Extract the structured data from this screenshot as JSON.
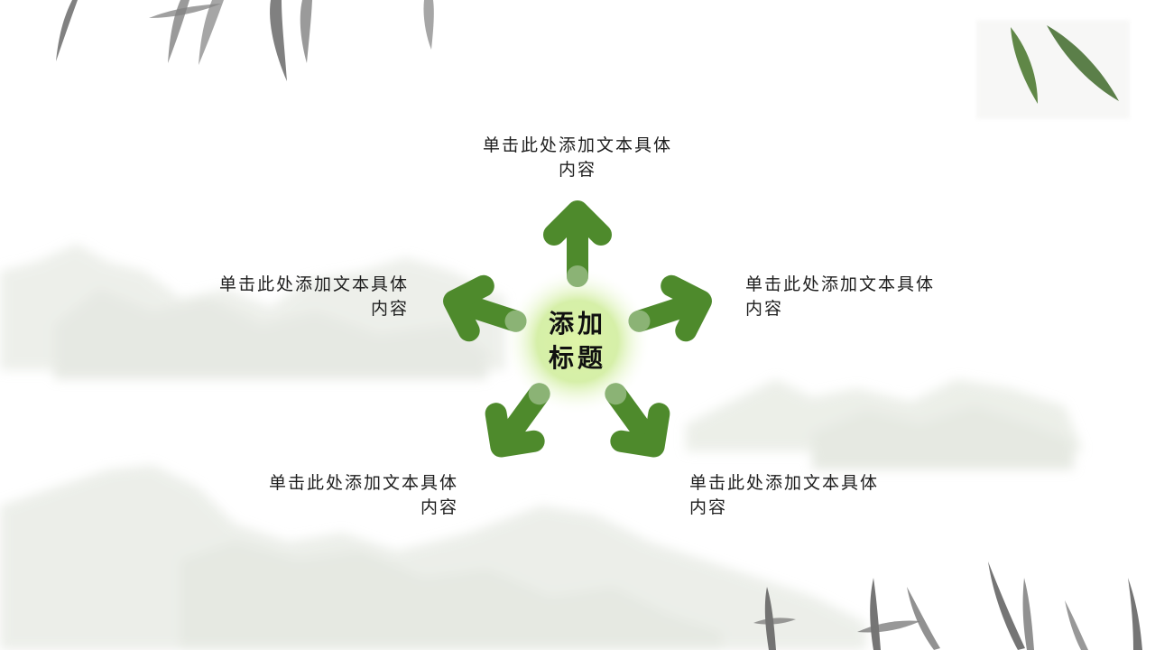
{
  "diagram": {
    "center_title": "添加\n标题",
    "accent_color": "#4e8a2c",
    "glow_color": "#b6e27a",
    "items": [
      {
        "id": "top",
        "text": "单击此处添加文本具体\n内容"
      },
      {
        "id": "right",
        "text": "单击此处添加文本具体\n内容"
      },
      {
        "id": "bottom-right",
        "text": "单击此处添加文本具体\n内容"
      },
      {
        "id": "bottom-left",
        "text": "单击此处添加文本具体\n内容"
      },
      {
        "id": "left",
        "text": "单击此处添加文本具体\n内容"
      }
    ]
  },
  "decorations": {
    "background": "ink-wash-mountains",
    "corner_art": [
      "bamboo-leaves-top-left",
      "bamboo-leaves-top-right",
      "bamboo-leaves-bottom-right"
    ]
  }
}
